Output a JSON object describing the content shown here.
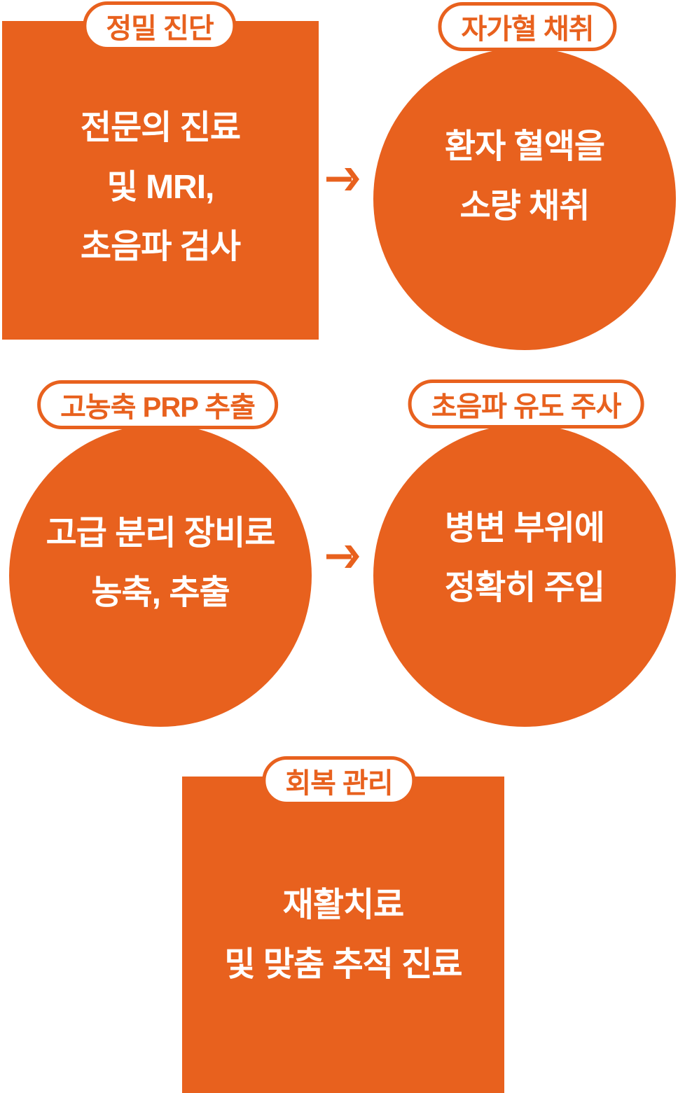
{
  "colors": {
    "orange": "#E8611E",
    "badge_background": "#FFFFFF",
    "text_on_orange": "#FFFFFF",
    "page_background": "#FFFFFF"
  },
  "steps": [
    {
      "label": "정밀 진단",
      "lines": [
        "전문의 진료",
        "및 MRI,",
        "초음파 검사"
      ]
    },
    {
      "label": "자가혈 채취",
      "lines": [
        "환자 혈액을",
        "소량 채취"
      ]
    },
    {
      "label": "고농축 PRP 추출",
      "lines": [
        "고급 분리 장비로",
        "농축, 추출"
      ]
    },
    {
      "label": "초음파 유도 주사",
      "lines": [
        "병변 부위에",
        "정확히 주입"
      ]
    },
    {
      "label": "회복 관리",
      "lines": [
        "재활치료",
        "및 맞춤 추적 진료"
      ]
    }
  ],
  "arrows": [
    {
      "icon": "arrow-right",
      "from": "정밀 진단",
      "to": "자가혈 채취"
    },
    {
      "icon": "arrow-right",
      "from": "고농축 PRP 추출",
      "to": "초음파 유도 주사"
    }
  ]
}
